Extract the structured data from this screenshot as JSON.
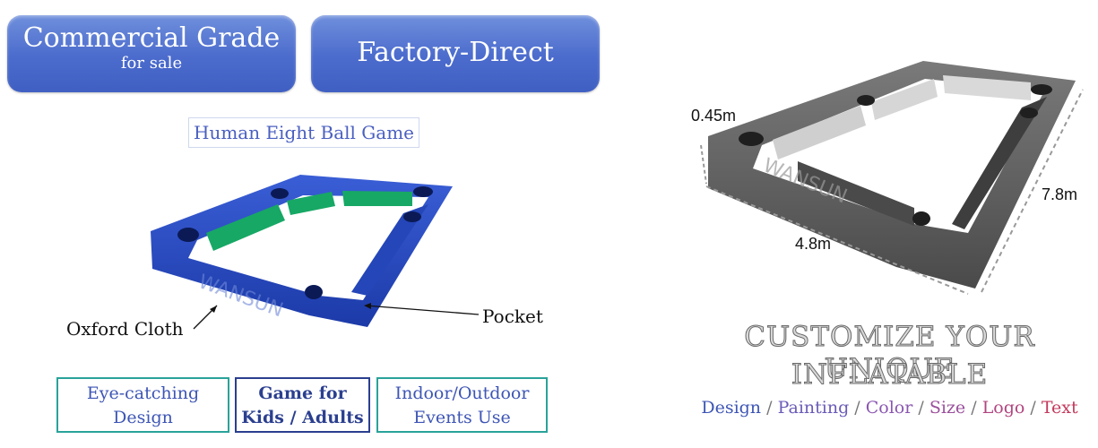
{
  "banners": {
    "commercial_main": "Commercial Grade",
    "commercial_sub": "for sale",
    "factory": "Factory-Direct"
  },
  "product_title": "Human Eight Ball Game",
  "callouts": {
    "oxford_cloth": "Oxford Cloth",
    "pocket": "Pocket"
  },
  "features": [
    {
      "line1": "Eye-catching",
      "line2": "Design"
    },
    {
      "line1": "Game for",
      "line2": "Kids / Adults"
    },
    {
      "line1": "Indoor/Outdoor",
      "line2": "Events Use"
    }
  ],
  "dimensions": {
    "height": "0.45m",
    "width": "4.8m",
    "length": "7.8m"
  },
  "customize": {
    "line1": "CUSTOMIZE YOUR UNIQUE",
    "line2": "INFLATABLE",
    "separator": "/",
    "options": [
      "Design",
      "Painting",
      "Color",
      "Size",
      "Logo",
      "Text"
    ]
  },
  "colors": {
    "banner_blue": "#4b6bcd",
    "inflatable_blue": "#1f3fb0",
    "inflatable_green": "#16a865",
    "feature_teal": "#2aa39a",
    "feature_navy": "#2b3f8f",
    "option_colors": [
      "#3d55b5",
      "#6b5bb8",
      "#8a56b0",
      "#9a4f9c",
      "#b0457f",
      "#c43a5c"
    ]
  }
}
